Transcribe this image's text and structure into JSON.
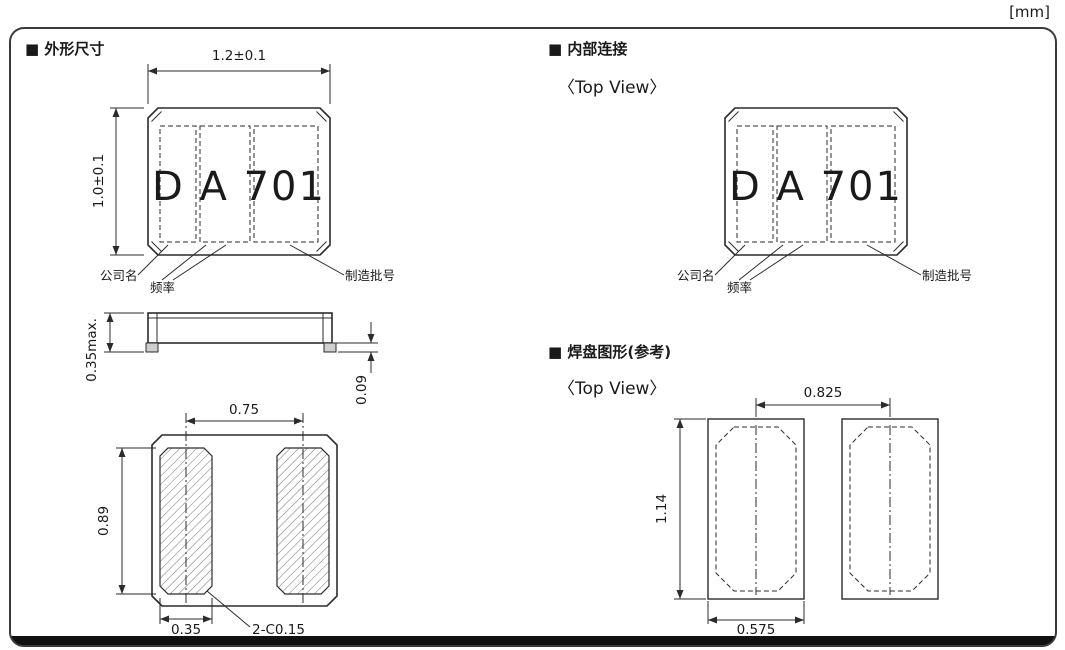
{
  "page": {
    "unit": "[mm]"
  },
  "outline": {
    "title": "■ 外形尺寸",
    "marking": "D A 701",
    "labels": {
      "company": "公司名",
      "frequency": "频率",
      "lot": "制造批号"
    },
    "dims": {
      "body_width": "1.2±0.1",
      "body_height": "1.0±0.1",
      "thickness": "0.35max.",
      "terminal": "0.09",
      "pad_pitch": "0.75",
      "pad_length": "0.89",
      "pad_width": "0.35",
      "chamfer": "2-C0.15"
    }
  },
  "internal": {
    "title": "■ 内部连接",
    "subtitle": "〈Top View〉",
    "marking": "D A 701",
    "labels": {
      "company": "公司名",
      "frequency": "频率",
      "lot": "制造批号"
    }
  },
  "land": {
    "title": "■ 焊盘图形(参考)",
    "subtitle": "〈Top View〉",
    "dims": {
      "pitch": "0.825",
      "height": "1.14",
      "width": "0.575"
    }
  },
  "colors": {
    "line": "#2b2b2b",
    "bottom_bar": "#111111",
    "terminal_fill": "#cfcfcf"
  }
}
